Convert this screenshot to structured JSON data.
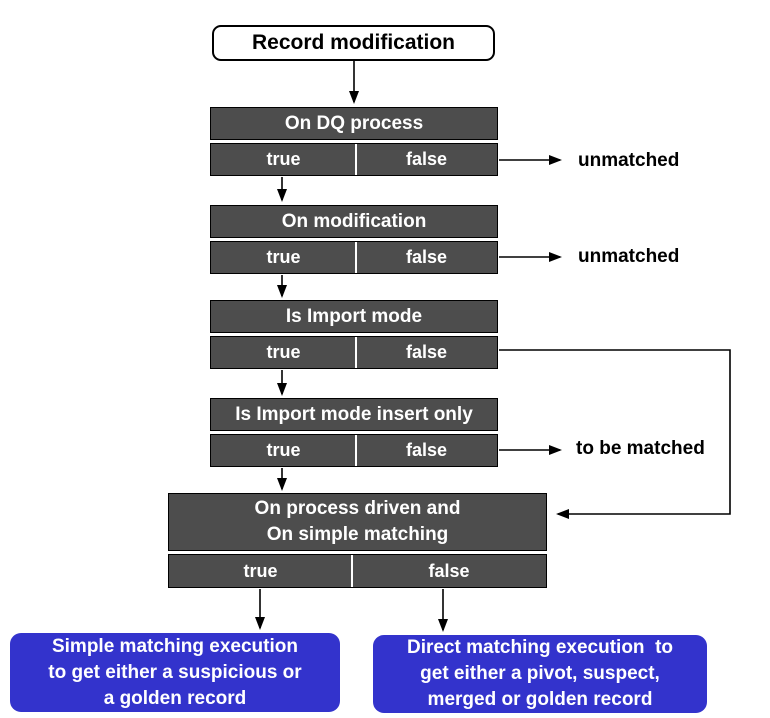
{
  "colors": {
    "background": "#ffffff",
    "decision_fill": "#4d4d4d",
    "decision_text": "#ffffff",
    "terminal_fill": "#3333cc",
    "terminal_text": "#ffffff",
    "arrow_color": "#000000",
    "label_text": "#000000",
    "start_fill": "#ffffff",
    "start_border": "#000000"
  },
  "flowchart": {
    "start": {
      "label": "Record modification"
    },
    "decisions": [
      {
        "title": "On DQ process",
        "true_label": "true",
        "false_label": "false",
        "false_outcome": "unmatched"
      },
      {
        "title": "On modification",
        "true_label": "true",
        "false_label": "false",
        "false_outcome": "unmatched"
      },
      {
        "title": "Is Import mode",
        "true_label": "true",
        "false_label": "false"
      },
      {
        "title": "Is Import mode insert only",
        "true_label": "true",
        "false_label": "false",
        "false_outcome": "to be matched"
      },
      {
        "title": "On process driven and\nOn simple matching",
        "true_label": "true",
        "false_label": "false"
      }
    ],
    "terminals": [
      {
        "label": "Simple matching execution\nto get either a suspicious or\na golden record"
      },
      {
        "label": "Direct matching execution  to\nget either a pivot, suspect,\nmerged or golden record"
      }
    ]
  }
}
